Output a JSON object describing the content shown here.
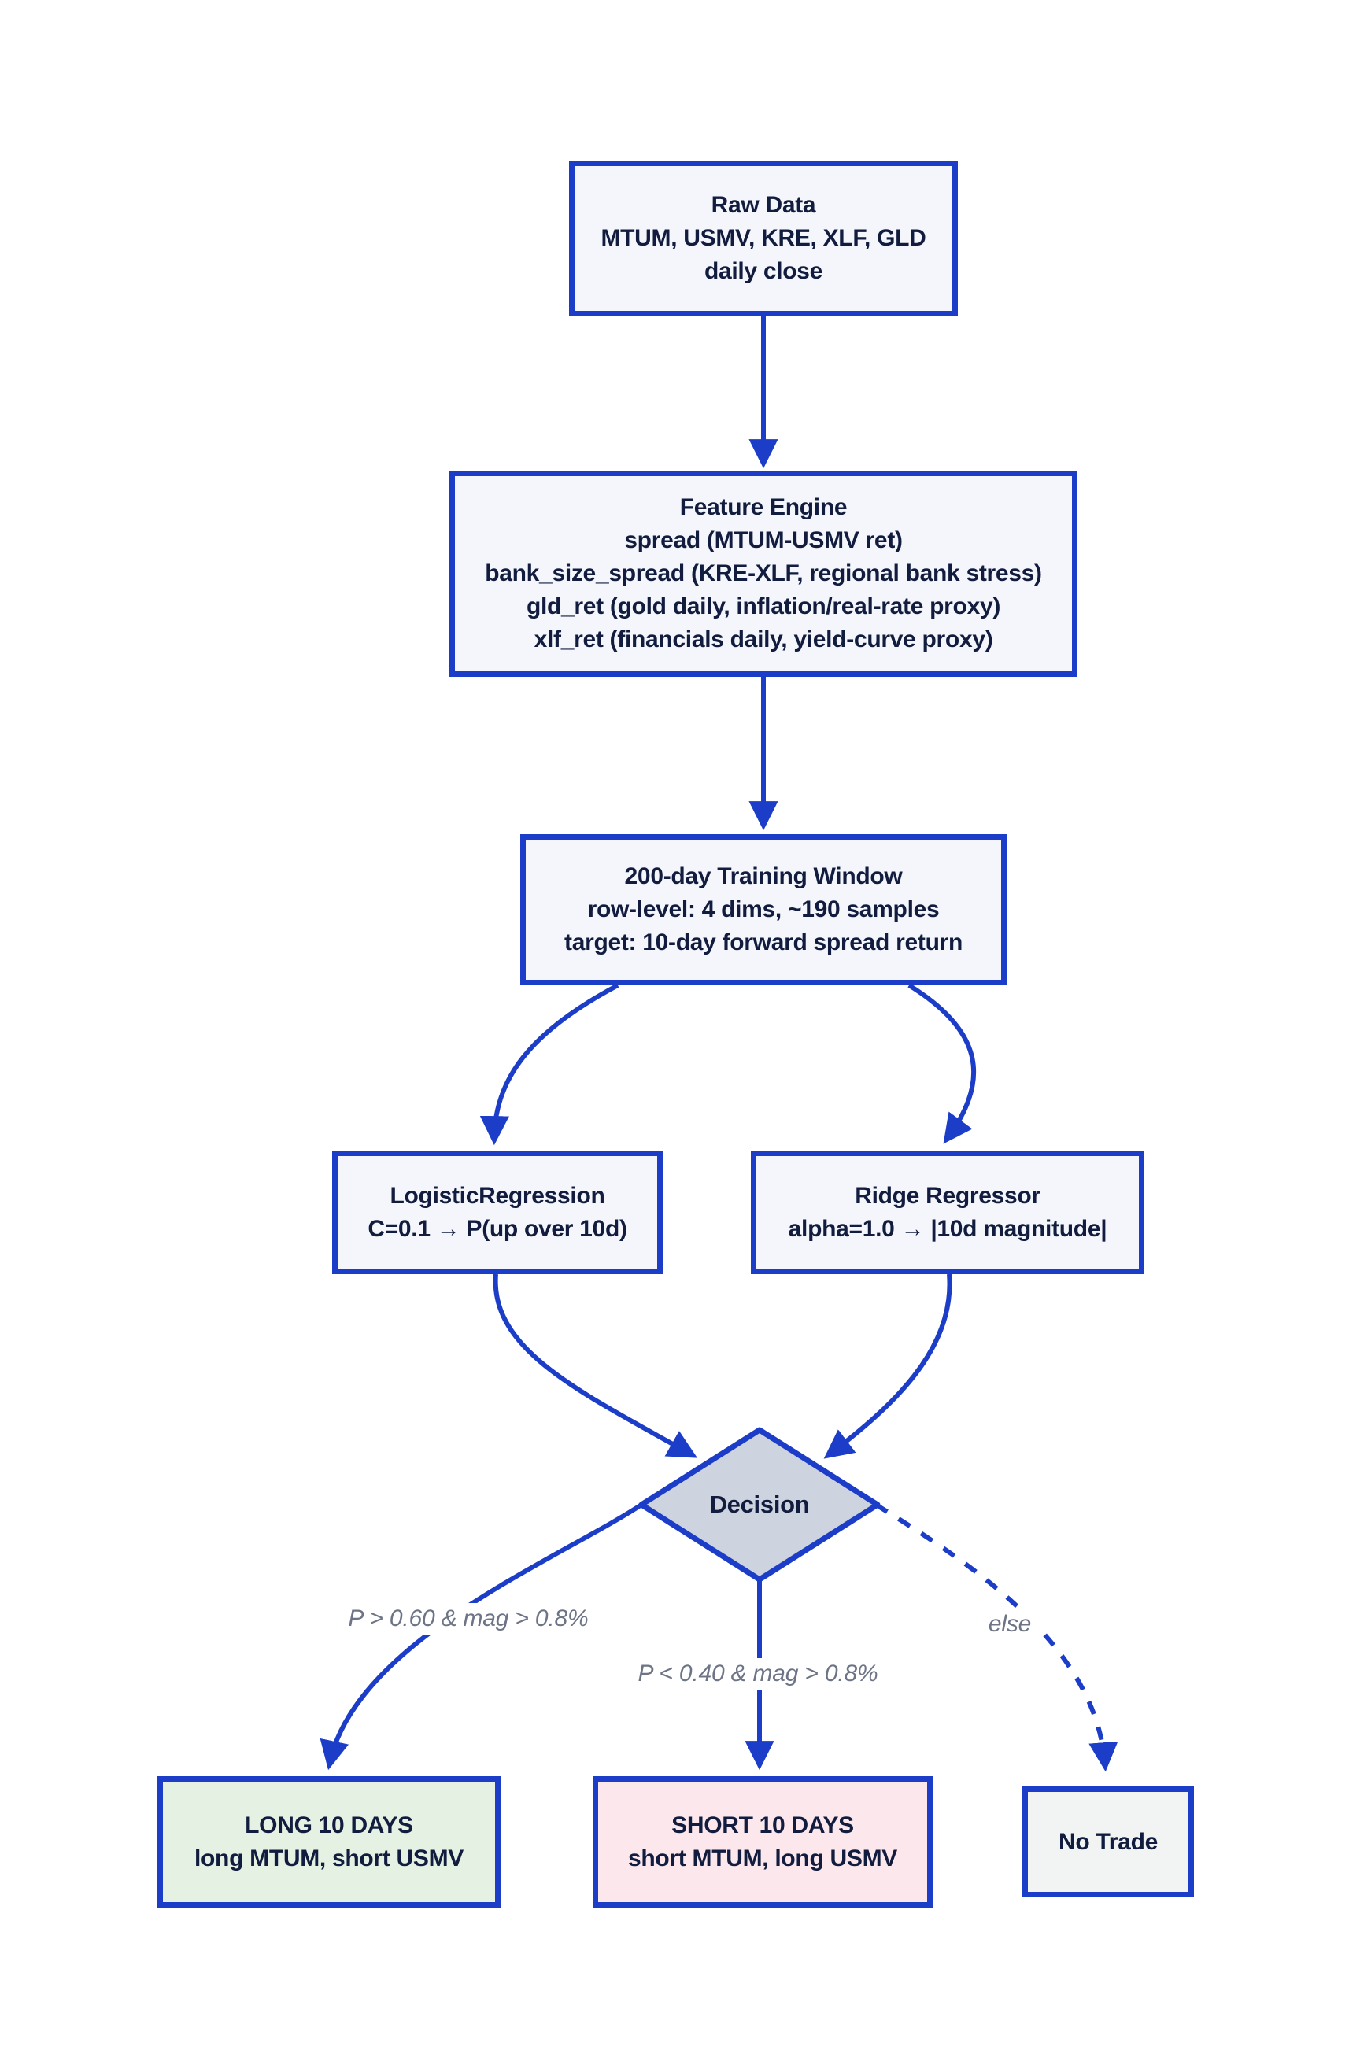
{
  "diagram": {
    "type": "flowchart",
    "nodes": {
      "raw_data": {
        "lines": [
          "Raw Data",
          "MTUM, USMV, KRE, XLF, GLD",
          "daily close"
        ]
      },
      "feature_engine": {
        "lines": [
          "Feature Engine",
          "spread (MTUM-USMV ret)",
          "bank_size_spread (KRE-XLF, regional bank stress)",
          "gld_ret (gold daily, inflation/real-rate proxy)",
          "xlf_ret (financials daily, yield-curve proxy)"
        ]
      },
      "training_window": {
        "lines": [
          "200-day Training Window",
          "row-level: 4 dims, ~190 samples",
          "target: 10-day forward spread return"
        ]
      },
      "logistic_regression": {
        "lines": [
          "LogisticRegression",
          "C=0.1 → P(up over 10d)"
        ]
      },
      "ridge_regressor": {
        "lines": [
          "Ridge Regressor",
          "alpha=1.0 → |10d magnitude|"
        ]
      },
      "decision": {
        "label": "Decision"
      },
      "long_trade": {
        "lines": [
          "LONG 10 DAYS",
          "long MTUM, short USMV"
        ]
      },
      "short_trade": {
        "lines": [
          "SHORT 10 DAYS",
          "short MTUM, long USMV"
        ]
      },
      "no_trade": {
        "label": "No Trade"
      }
    },
    "edge_labels": {
      "long_condition": "P > 0.60 & mag > 0.8%",
      "short_condition": "P < 0.40 & mag > 0.8%",
      "else_condition": "else"
    },
    "colors": {
      "edge_blue": "#1c3dc8",
      "node_fill": "#f4f6fb",
      "decision_fill": "#ced3e0",
      "long_fill": "#e4f1e3",
      "short_fill": "#fce8ec",
      "no_trade_fill": "#f2f3f3",
      "node_text": "#111c3e",
      "edge_label_text": "#6d7486",
      "background": "#ffffff"
    }
  }
}
